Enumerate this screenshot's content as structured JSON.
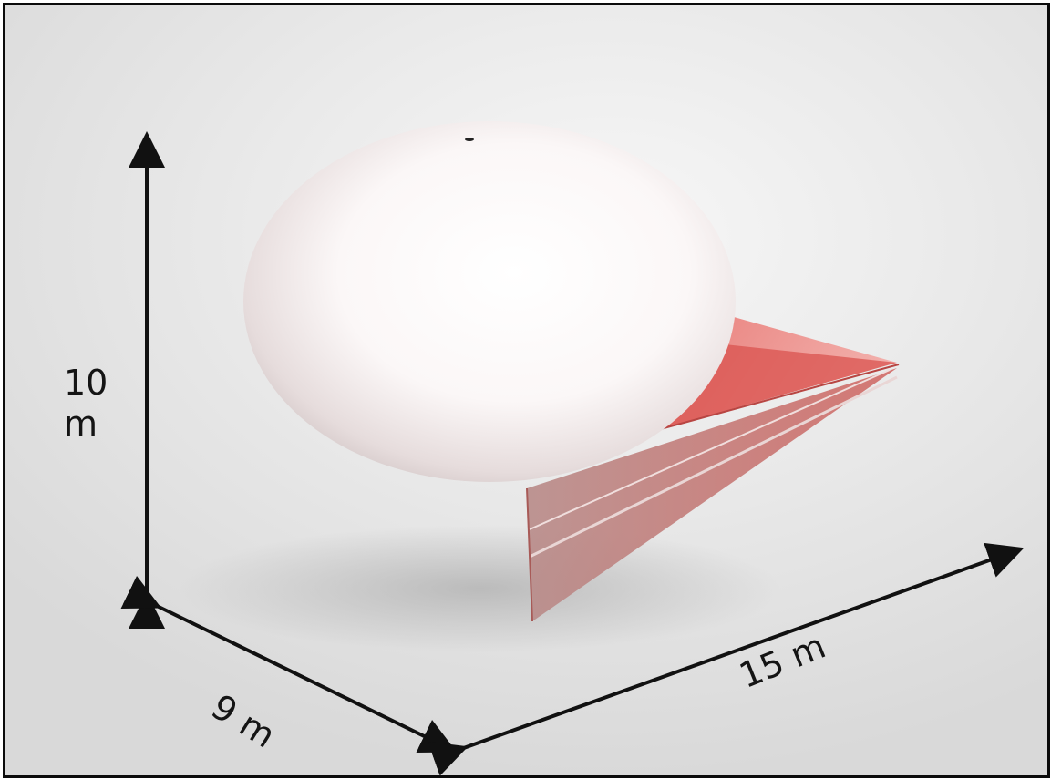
{
  "dimensions": {
    "height_value": "10",
    "height_unit": "m",
    "depth": "9 m",
    "length": "15 m"
  },
  "colors": {
    "balloon": "#ffffff",
    "fin": "#d9534f",
    "arrow": "#111111",
    "background": "#e4e4e4"
  }
}
